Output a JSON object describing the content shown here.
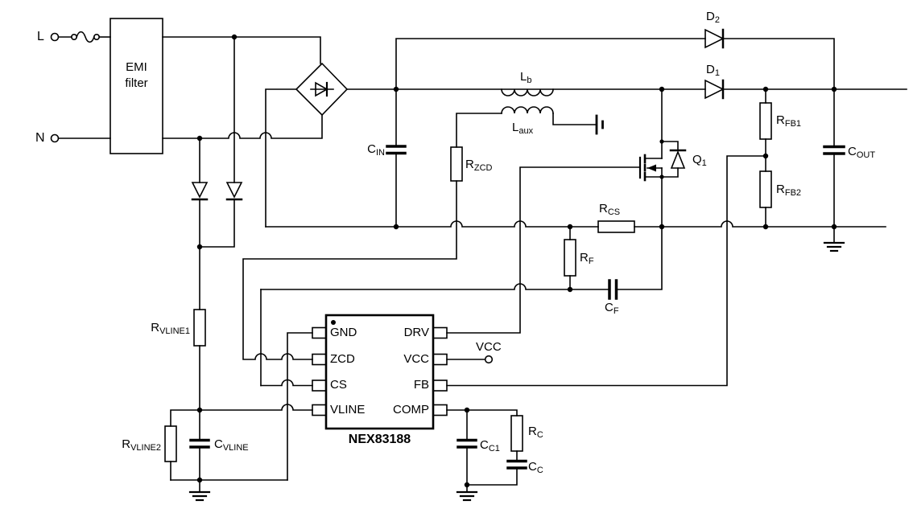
{
  "colors": {
    "wire": "#000000",
    "background": "#ffffff",
    "text": "#000000"
  },
  "terminals": {
    "line": "L",
    "neutral": "N",
    "vcc": "VCC"
  },
  "emi_filter": {
    "line1": "EMI",
    "line2": "filter"
  },
  "ic": {
    "name": "NEX83188",
    "left_pins": [
      "GND",
      "ZCD",
      "CS",
      "VLINE"
    ],
    "right_pins": [
      "DRV",
      "VCC",
      "FB",
      "COMP"
    ]
  },
  "components": {
    "cin": {
      "main": "C",
      "sub": "IN"
    },
    "rzcd": {
      "main": "R",
      "sub": "ZCD"
    },
    "lb": {
      "main": "L",
      "sub": "b"
    },
    "laux": {
      "main": "L",
      "sub": "aux"
    },
    "d1": {
      "main": "D",
      "sub": "1"
    },
    "d2": {
      "main": "D",
      "sub": "2"
    },
    "q1": {
      "main": "Q",
      "sub": "1"
    },
    "rfb1": {
      "main": "R",
      "sub": "FB1"
    },
    "rfb2": {
      "main": "R",
      "sub": "FB2"
    },
    "cout": {
      "main": "C",
      "sub": "OUT"
    },
    "rcs": {
      "main": "R",
      "sub": "CS"
    },
    "rf": {
      "main": "R",
      "sub": "F"
    },
    "cf": {
      "main": "C",
      "sub": "F"
    },
    "rvline1": {
      "main": "R",
      "sub": "VLINE1"
    },
    "rvline2": {
      "main": "R",
      "sub": "VLINE2"
    },
    "cvline": {
      "main": "C",
      "sub": "VLINE"
    },
    "cc1": {
      "main": "C",
      "sub": "C1"
    },
    "rc": {
      "main": "R",
      "sub": "C"
    },
    "cc": {
      "main": "C",
      "sub": "C"
    }
  }
}
